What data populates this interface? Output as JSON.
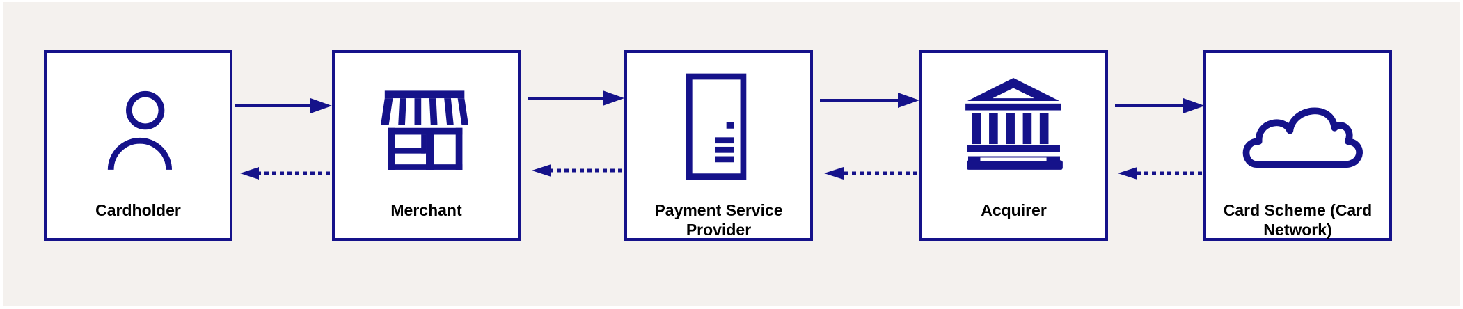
{
  "diagram": {
    "accent_color": "#15128a",
    "nodes": [
      {
        "id": "cardholder",
        "label": "Cardholder",
        "icon": "person-icon"
      },
      {
        "id": "merchant",
        "label": "Merchant",
        "icon": "storefront-icon"
      },
      {
        "id": "psp",
        "label": "Payment Service Provider",
        "icon": "payment-terminal-icon"
      },
      {
        "id": "acquirer",
        "label": "Acquirer",
        "icon": "bank-icon"
      },
      {
        "id": "scheme",
        "label": "Card Scheme (Card Network)",
        "icon": "cloud-icon"
      }
    ],
    "edges": [
      {
        "from": "cardholder",
        "to": "merchant",
        "style": "solid"
      },
      {
        "from": "merchant",
        "to": "psp",
        "style": "solid"
      },
      {
        "from": "psp",
        "to": "acquirer",
        "style": "solid"
      },
      {
        "from": "acquirer",
        "to": "scheme",
        "style": "solid"
      },
      {
        "from": "merchant",
        "to": "cardholder",
        "style": "dotted"
      },
      {
        "from": "psp",
        "to": "merchant",
        "style": "dotted"
      },
      {
        "from": "acquirer",
        "to": "psp",
        "style": "dotted"
      },
      {
        "from": "scheme",
        "to": "acquirer",
        "style": "dotted"
      }
    ]
  }
}
